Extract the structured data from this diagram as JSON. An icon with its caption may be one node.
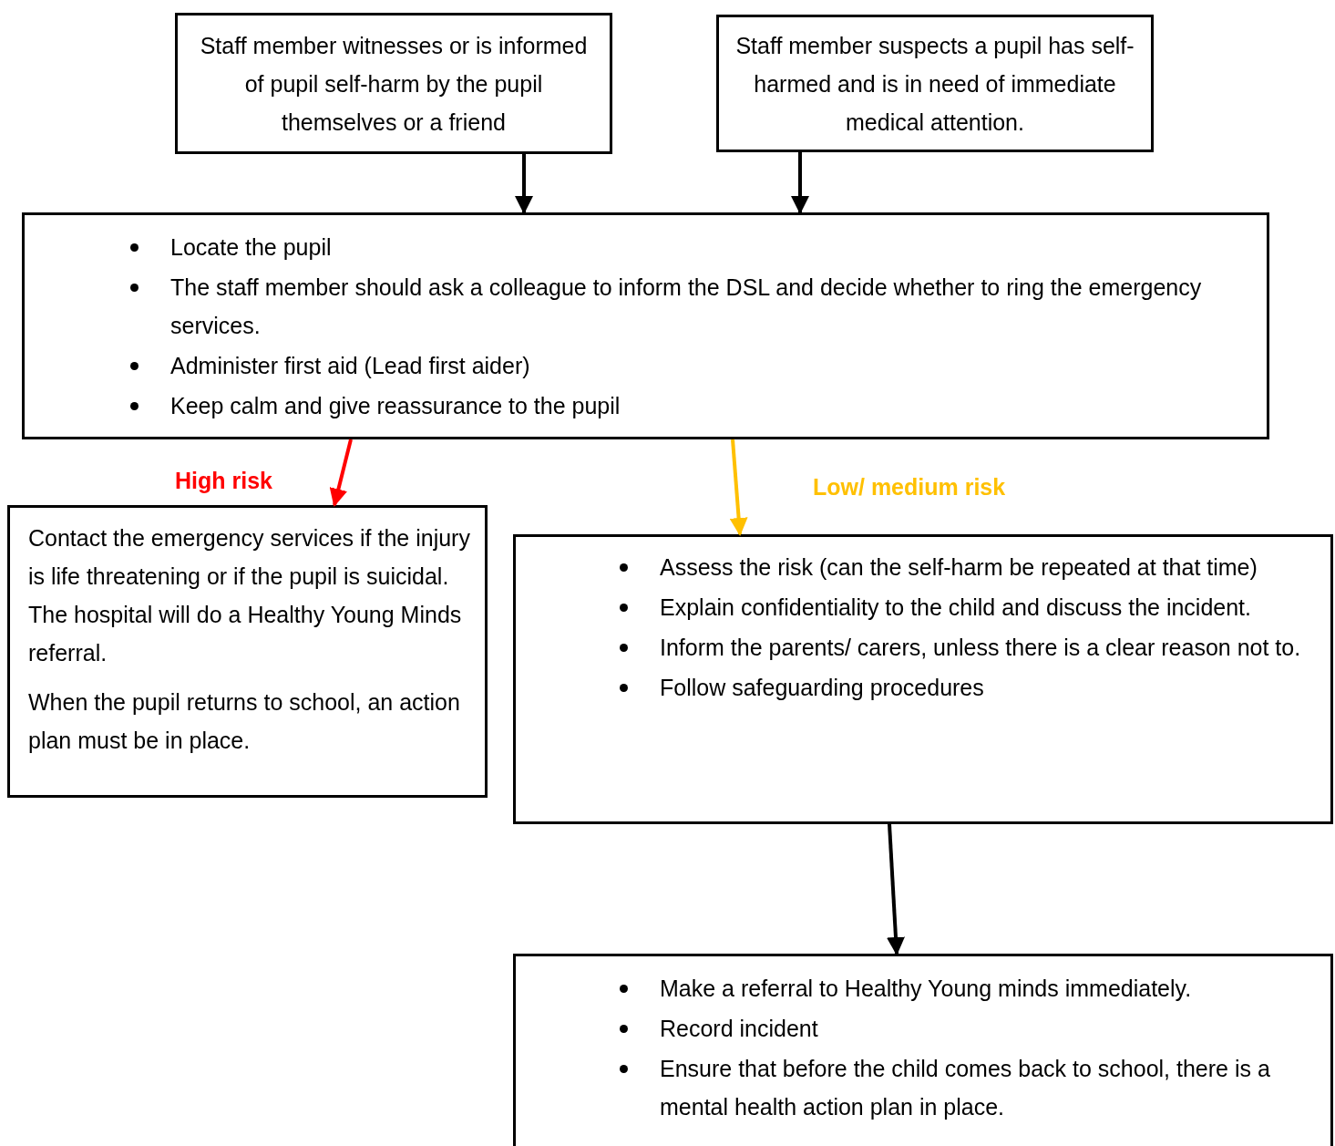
{
  "diagram": {
    "nodes": [
      {
        "text": [
          "Staff member witnesses or is informed of pupil self-harm by the pupil themselves or a friend"
        ]
      },
      {
        "text": [
          "Staff member suspects a pupil has self-harmed and is in need of immediate medical attention."
        ]
      },
      {
        "text": [
          "Locate the pupil",
          "The staff member should ask a colleague to inform the DSL and decide whether to ring the emergency services.",
          "Administer first aid  (Lead first aider)",
          "Keep calm and give reassurance to the pupil"
        ]
      },
      {
        "text": [
          "Contact the emergency services if the injury is life threatening or if the pupil is suicidal. The hospital will do a Healthy Young Minds referral.",
          "When the pupil returns to school, an action plan must be in place."
        ]
      },
      {
        "text": [
          "Assess the risk (can the self-harm be repeated at that time)",
          "Explain confidentiality to the child and discuss the incident.",
          "Inform the parents/ carers, unless there is a clear reason not to.",
          "Follow safeguarding procedures"
        ]
      },
      {
        "text": [
          "Make a referral to Healthy Young minds immediately.",
          "Record incident",
          "Ensure that before the child comes back to school, there is a mental health action plan in place."
        ]
      }
    ],
    "edges": [
      {
        "from": 0,
        "to": 2,
        "arrow": "to"
      },
      {
        "from": 1,
        "to": 2,
        "arrow": "to"
      },
      {
        "from": 2,
        "to": 3,
        "arrow": "to",
        "label": "High risk",
        "color": "#ff0000"
      },
      {
        "from": 2,
        "to": 4,
        "arrow": "to",
        "label": "Low/ medium risk",
        "color": "#ffc000"
      },
      {
        "from": 4,
        "to": 5,
        "arrow": "to"
      }
    ]
  }
}
